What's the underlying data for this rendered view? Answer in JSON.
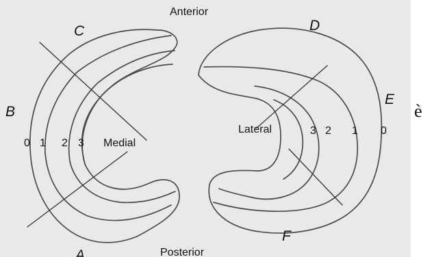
{
  "orientation": {
    "anterior": "Anterior",
    "posterior": "Posterior"
  },
  "menisci": {
    "medial": {
      "label": "Medial",
      "zones": [
        "0",
        "1",
        "2",
        "3"
      ]
    },
    "lateral": {
      "label": "Lateral",
      "zones": [
        "3",
        "2",
        "1",
        "0"
      ]
    }
  },
  "regions": {
    "a": "A",
    "b": "B",
    "c": "C",
    "d": "D",
    "e": "E",
    "f": "F"
  },
  "extra_glyph": "è",
  "colors": {
    "background": "#e9e9e9",
    "outline": "#4a4a4a",
    "text": "#111111"
  }
}
